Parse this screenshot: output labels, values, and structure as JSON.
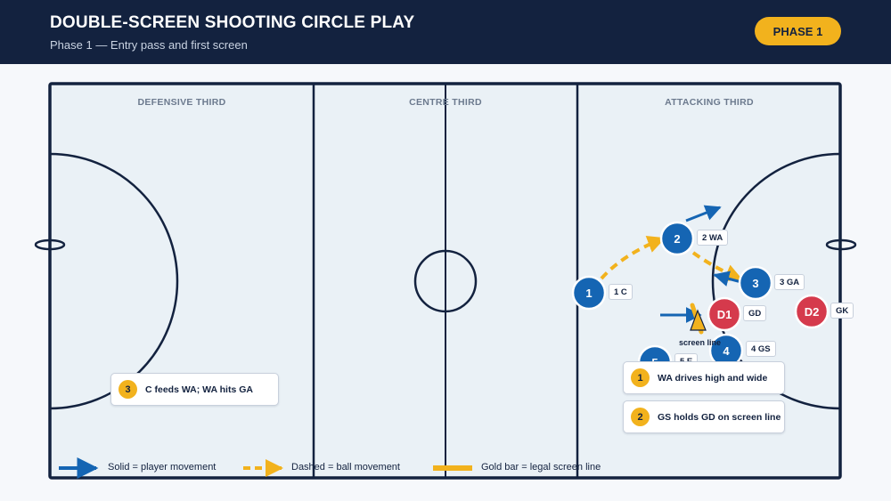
{
  "header": {
    "title": "DOUBLE-SCREEN SHOOTING CIRCLE PLAY",
    "subtitle": "Phase 1 — Entry pass and first screen",
    "phase_badge": "PHASE 1"
  },
  "court": {
    "zones": [
      "DEFENSIVE THIRD",
      "CENTRE THIRD",
      "ATTACKING THIRD"
    ]
  },
  "players": {
    "attack": [
      {
        "num": "1",
        "tag": "1 C"
      },
      {
        "num": "2",
        "tag": "2 WA"
      },
      {
        "num": "3",
        "tag": "3 GA"
      },
      {
        "num": "4",
        "tag": "4 GS"
      },
      {
        "num": "5",
        "tag": "5 E"
      }
    ],
    "defence": [
      {
        "num": "D1",
        "tag": "GD"
      },
      {
        "num": "D2",
        "tag": "GK"
      }
    ]
  },
  "screen_line_label": "screen line",
  "steps": [
    {
      "num": "1",
      "text": "WA drives high and wide"
    },
    {
      "num": "2",
      "text": "GS holds GD on screen line"
    },
    {
      "num": "3",
      "text": "C feeds WA; WA hits GA"
    }
  ],
  "legend": {
    "player_movement": "Solid = player movement",
    "ball_movement": "Dashed = ball movement",
    "screen_line": "Gold bar = legal screen line"
  },
  "colors": {
    "navy": "#13223f",
    "attack_blue": "#1565b3",
    "defence_red": "#d53a4c",
    "gold": "#f2b21d",
    "court_fill": "#eaf1f6"
  }
}
